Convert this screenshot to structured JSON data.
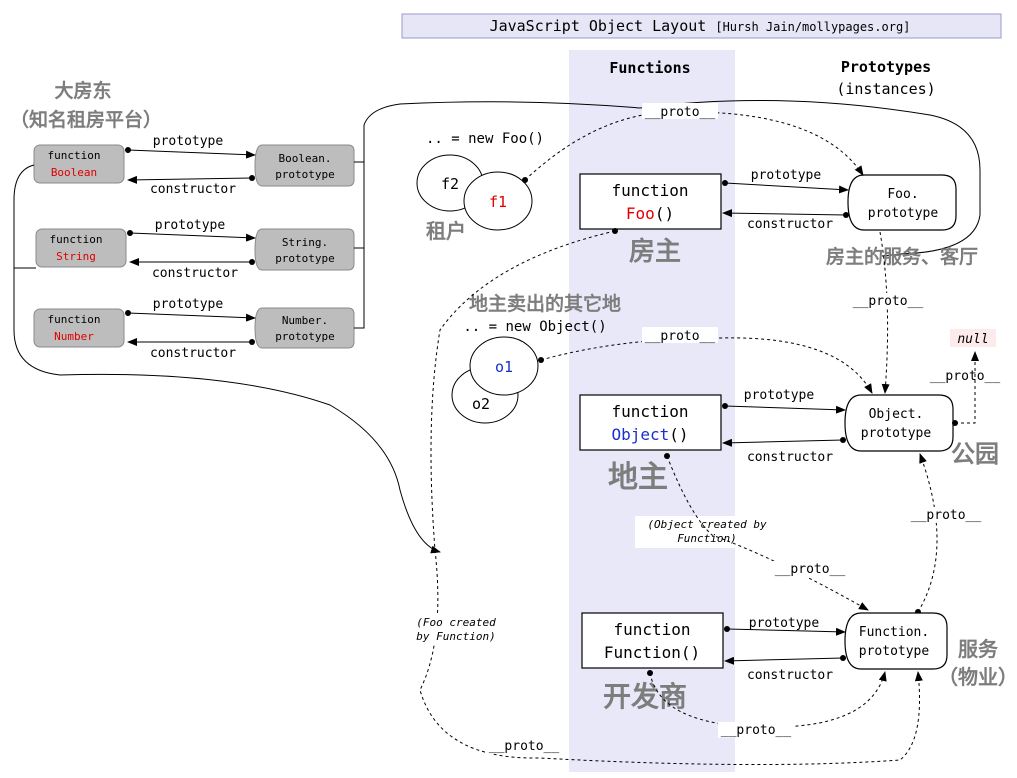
{
  "title": {
    "main": "JavaScript Object Layout",
    "credit": "[Hursh Jain/mollypages.org]"
  },
  "columns": {
    "functions": "Functions",
    "prototypes": "Prototypes",
    "instances": "(instances)"
  },
  "left": {
    "landlord": "大房东",
    "landlord_sub": "（知名租房平台）",
    "boolean_fn": [
      "function",
      "Boolean"
    ],
    "string_fn": [
      "function",
      "String"
    ],
    "number_fn": [
      "function",
      "Number"
    ],
    "boolean_proto": [
      "Boolean.",
      "prototype"
    ],
    "string_proto": [
      "String.",
      "prototype"
    ],
    "number_proto": [
      "Number.",
      "prototype"
    ]
  },
  "edge_labels": {
    "prototype": "prototype",
    "constructor": "constructor",
    "proto": "__proto__"
  },
  "foo": {
    "new_foo": ".. = new Foo()",
    "f1": "f1",
    "f2": "f2",
    "tenant": "租户",
    "fn": [
      "function",
      "Foo",
      "()"
    ],
    "owner": "房主",
    "proto": [
      "Foo.",
      "prototype"
    ],
    "service": "房主的服务、客厅"
  },
  "object": {
    "other_land": "地主卖出的其它地",
    "new_object": ".. = new Object()",
    "o1": "o1",
    "o2": "o2",
    "fn": [
      "function",
      "Object",
      "()"
    ],
    "owner": "地主",
    "proto": [
      "Object.",
      "prototype"
    ],
    "park": "公园",
    "null": "null",
    "created_by": [
      "(Object created by",
      "Function)"
    ]
  },
  "function": {
    "fn": [
      "function",
      "Function()"
    ],
    "developer": "开发商",
    "proto": [
      "Function.",
      "prototype"
    ],
    "service": [
      "服务",
      "（物业）"
    ],
    "foo_created_by": [
      "(Foo created",
      "by Function)"
    ]
  },
  "colors": {
    "red": "#e00000",
    "blue": "#1a2fcc",
    "band": "#e8e8f8",
    "title_bg": "#e6e6f7",
    "gray_box": "#bdbdbd",
    "cn_gray": "#7d7d7d"
  }
}
